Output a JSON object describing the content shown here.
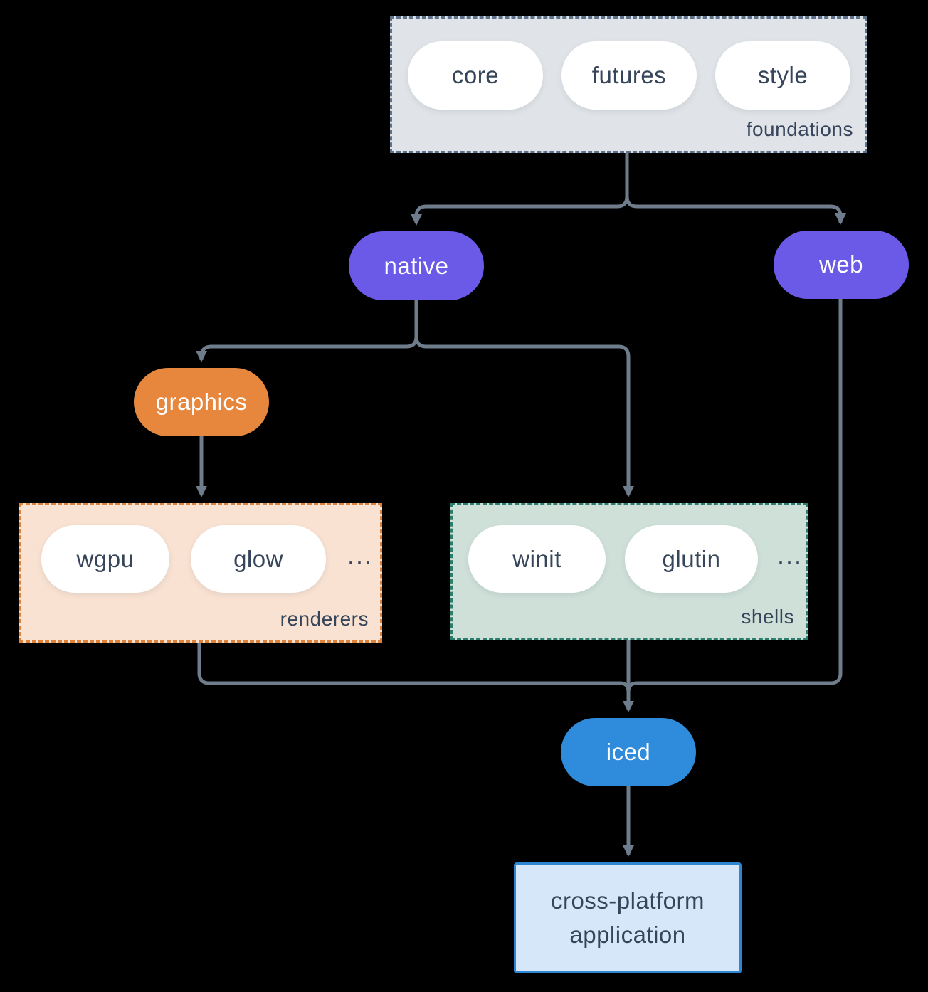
{
  "colors": {
    "bg": "#000000",
    "line": "#6e7c8c",
    "text-dark": "#36455a",
    "gray-fill": "#e0e4e8",
    "gray-border": "#5c718a",
    "purple": "#6b5ae7",
    "orange": "#e6873d",
    "peach-fill": "#f9e2d2",
    "peach-border": "#e0813a",
    "sage-fill": "#cfe0d9",
    "sage-border": "#2b7d6d",
    "blue": "#2f8bdc",
    "app-fill": "#d5e7f8",
    "app-border": "#2e86d3"
  },
  "foundations": {
    "label": "foundations",
    "pills": {
      "core": "core",
      "futures": "futures",
      "style": "style"
    }
  },
  "nodes": {
    "native": "native",
    "web": "web",
    "graphics": "graphics",
    "iced": "iced"
  },
  "renderers": {
    "label": "renderers",
    "pills": {
      "wgpu": "wgpu",
      "glow": "glow"
    },
    "ellipsis": "..."
  },
  "shells": {
    "label": "shells",
    "pills": {
      "winit": "winit",
      "glutin": "glutin"
    },
    "ellipsis": "..."
  },
  "application": {
    "line1": "cross-platform",
    "line2": "application"
  }
}
